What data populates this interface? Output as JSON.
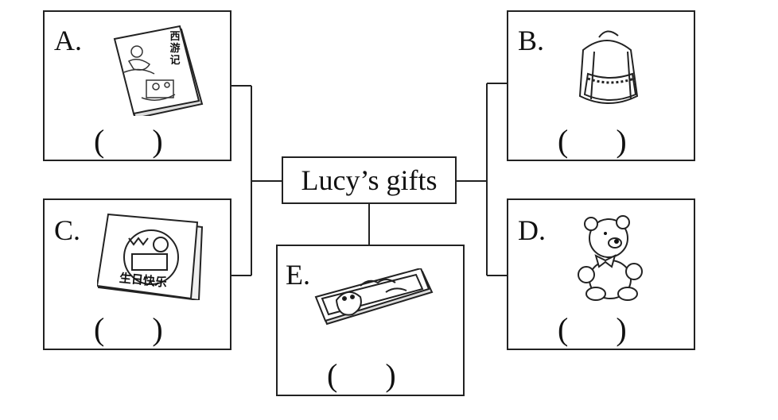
{
  "center": {
    "title": "Lucy’s gifts"
  },
  "items": [
    {
      "letter": "A.",
      "paren": "(      )",
      "icon": "book-icon",
      "book_title": "西游记"
    },
    {
      "letter": "B.",
      "paren": "(      )",
      "icon": "backpack-icon"
    },
    {
      "letter": "C.",
      "paren": "(      )",
      "icon": "birthday-card-icon",
      "card_text": "生日快乐"
    },
    {
      "letter": "D.",
      "paren": "(      )",
      "icon": "teddy-bear-icon"
    },
    {
      "letter": "E.",
      "paren": "(      )",
      "icon": "pencil-box-icon"
    }
  ]
}
